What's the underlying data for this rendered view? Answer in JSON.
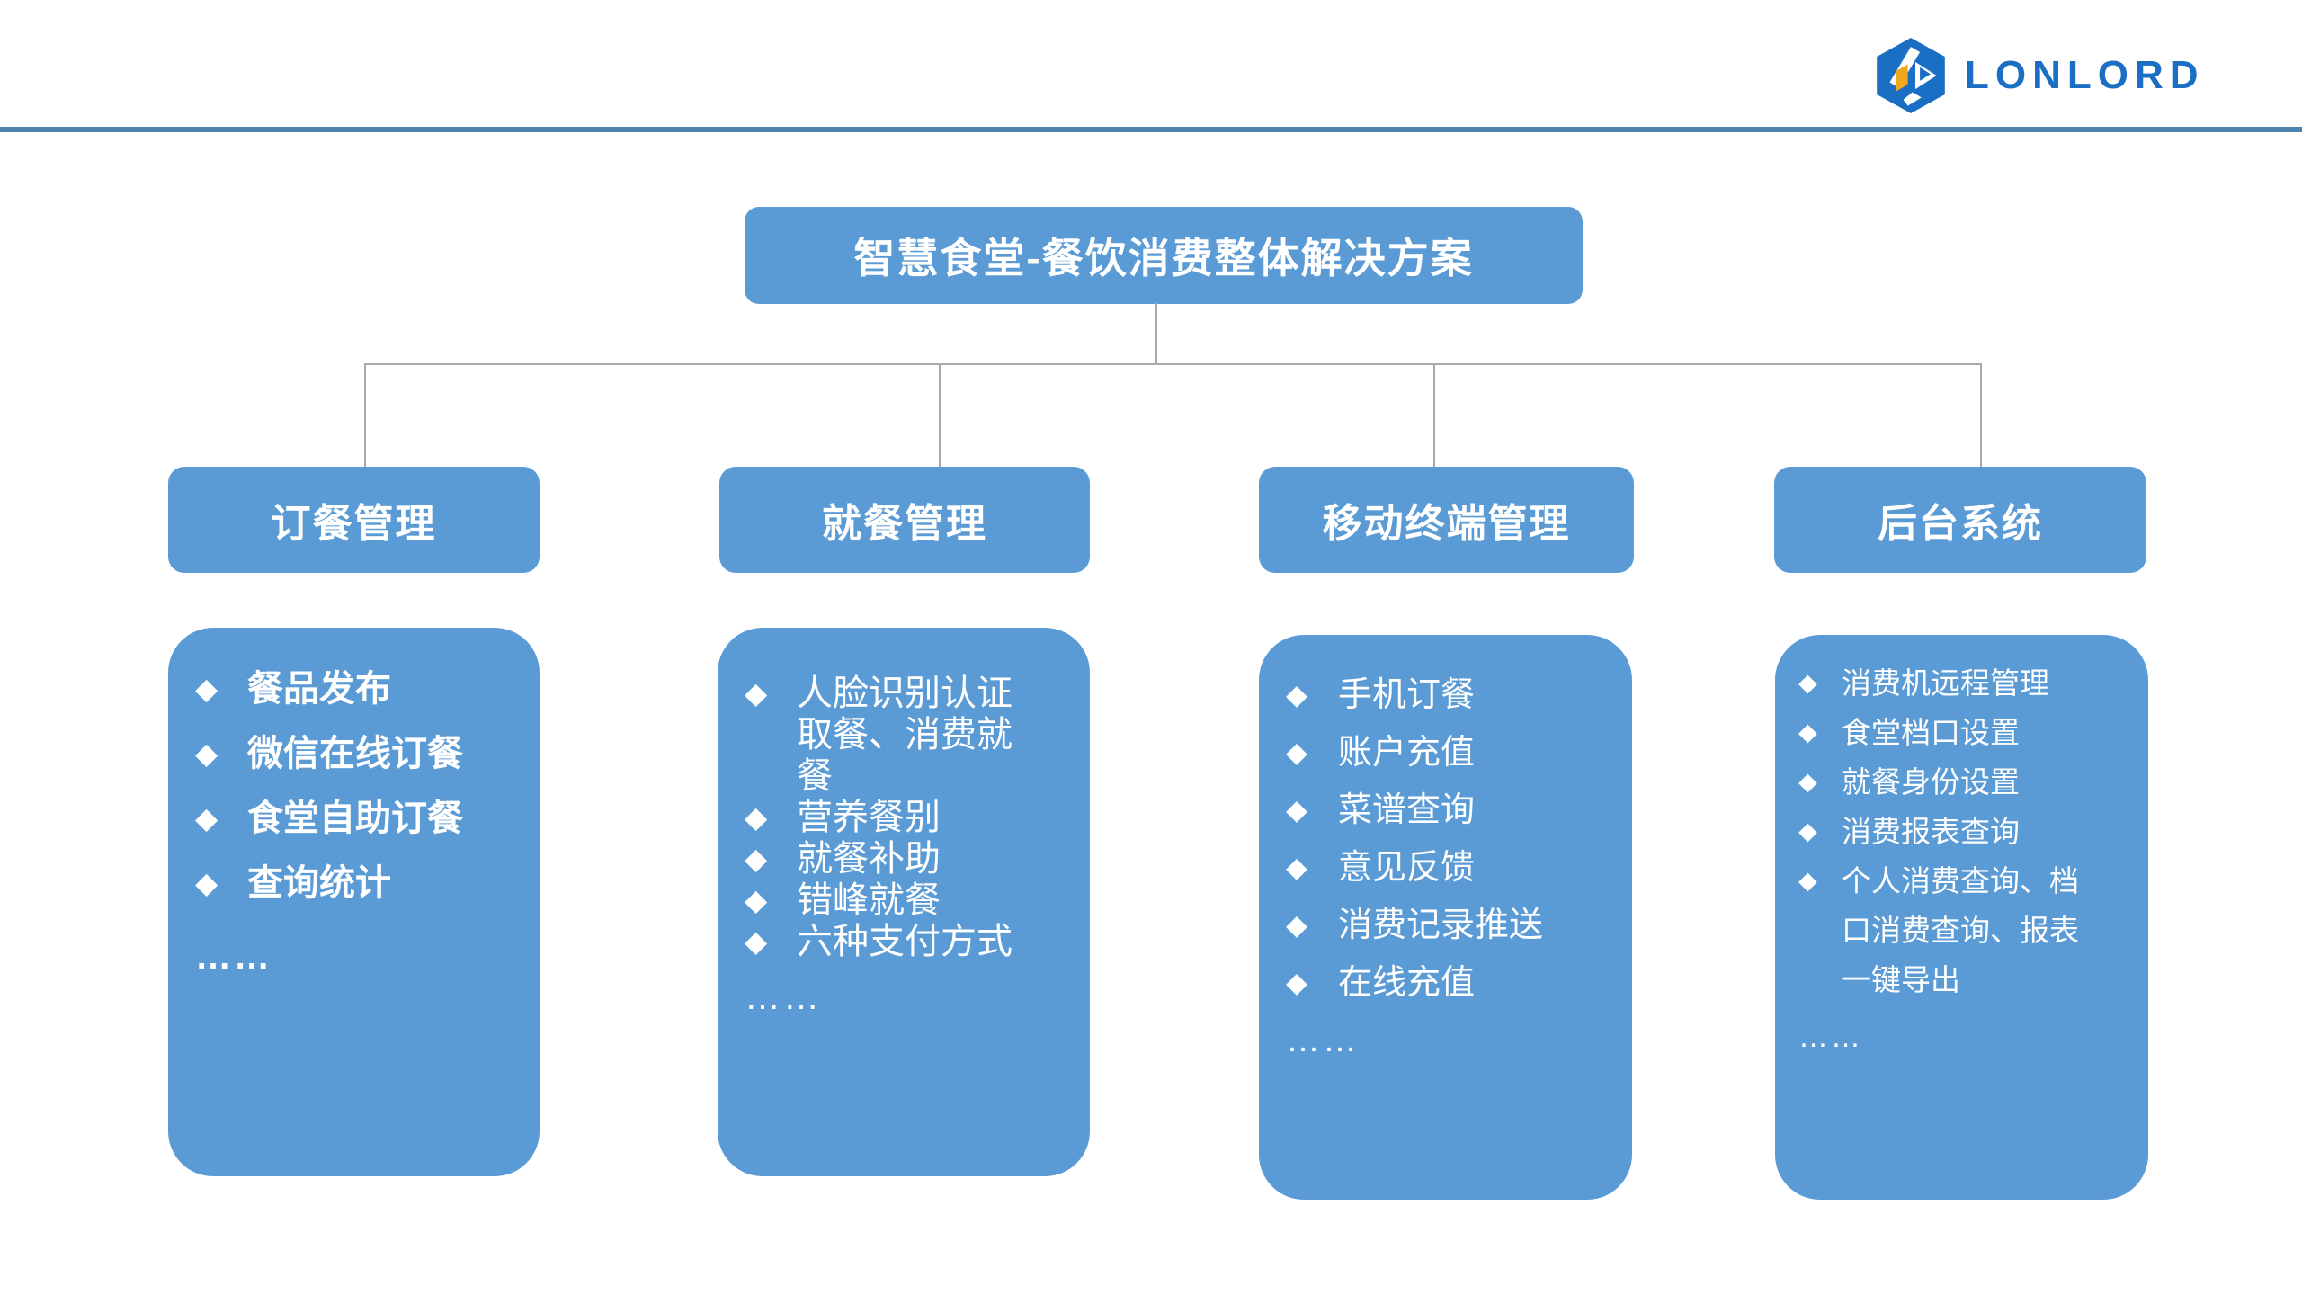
{
  "logo": {
    "text": "LONLORD",
    "icon": "lonlord-hexagon-cube",
    "color_blue": "#1A6FC4",
    "color_yellow": "#F0A81E"
  },
  "colors": {
    "box_blue": "#5B9BD5",
    "divider_blue": "#4D82AF",
    "connector_gray": "#A9A9A9",
    "text_white": "#FFFFFF"
  },
  "bullet": "◆",
  "root": {
    "title": "智慧食堂-餐饮消费整体解决方案"
  },
  "columns": [
    {
      "header": "订餐管理",
      "items": [
        "餐品发布",
        "微信在线订餐",
        "食堂自助订餐",
        "查询统计"
      ],
      "ellipsis": "……"
    },
    {
      "header": "就餐管理",
      "items": [
        "人脸识别认证取餐、消费就餐",
        "营养餐别",
        "就餐补助",
        "错峰就餐",
        "六种支付方式"
      ],
      "ellipsis": "……"
    },
    {
      "header": "移动终端管理",
      "items": [
        "手机订餐",
        "账户充值",
        "菜谱查询",
        "意见反馈",
        "消费记录推送",
        "在线充值"
      ],
      "ellipsis": "……"
    },
    {
      "header": "后台系统",
      "items": [
        "消费机远程管理",
        "食堂档口设置",
        "就餐身份设置",
        "消费报表查询",
        "个人消费查询、档口消费查询、报表一键导出"
      ],
      "ellipsis": "……"
    }
  ]
}
